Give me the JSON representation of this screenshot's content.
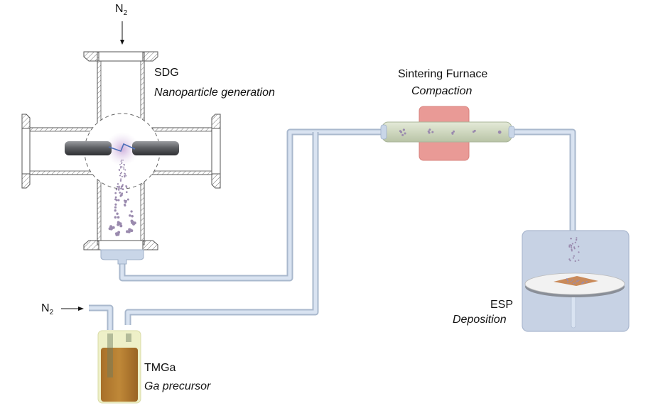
{
  "figure": {
    "type": "process schematic",
    "components": {
      "sdg": {
        "name": "SDG",
        "role": "Nanoparticle generation",
        "gas_in": "N",
        "gas_in_sub": "2"
      },
      "furnace": {
        "name": "Sintering Furnace",
        "role": "Compaction"
      },
      "esp": {
        "name": "ESP",
        "role": "Deposition"
      },
      "precursor": {
        "name": "TMGa",
        "role": "Ga precursor",
        "gas_in": "N",
        "gas_in_sub": "2"
      }
    },
    "colors": {
      "tube": "#c9d6e8",
      "tube_edge": "#9fb0c8",
      "furnace_heater": "#e99a96",
      "furnace_tube": "#d3dcc4",
      "esp_chamber": "#c7d2e4",
      "precursor_liquid": "#b07a2e",
      "precursor_vessel": "#e7e8b8",
      "particles": "#9a8aae",
      "electrode": "#5f6165",
      "substrate": "#c98a5a"
    }
  }
}
